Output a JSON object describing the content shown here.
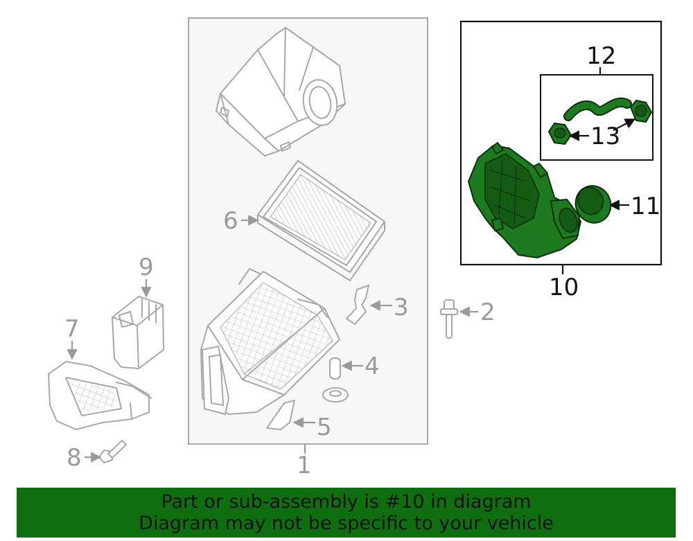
{
  "callouts": {
    "n1": "1",
    "n2": "2",
    "n3": "3",
    "n4": "4",
    "n5": "5",
    "n6": "6",
    "n7": "7",
    "n8": "8",
    "n9": "9",
    "n10": "10",
    "n11": "11",
    "n12": "12",
    "n13": "13"
  },
  "highlight": {
    "part_number": "10",
    "color": "#1e7a1e",
    "banner_color": "#0f6e0f"
  },
  "banner": {
    "line1": "Part or sub-assembly is #10 in diagram",
    "line2": "Diagram may not be specific to your vehicle"
  }
}
